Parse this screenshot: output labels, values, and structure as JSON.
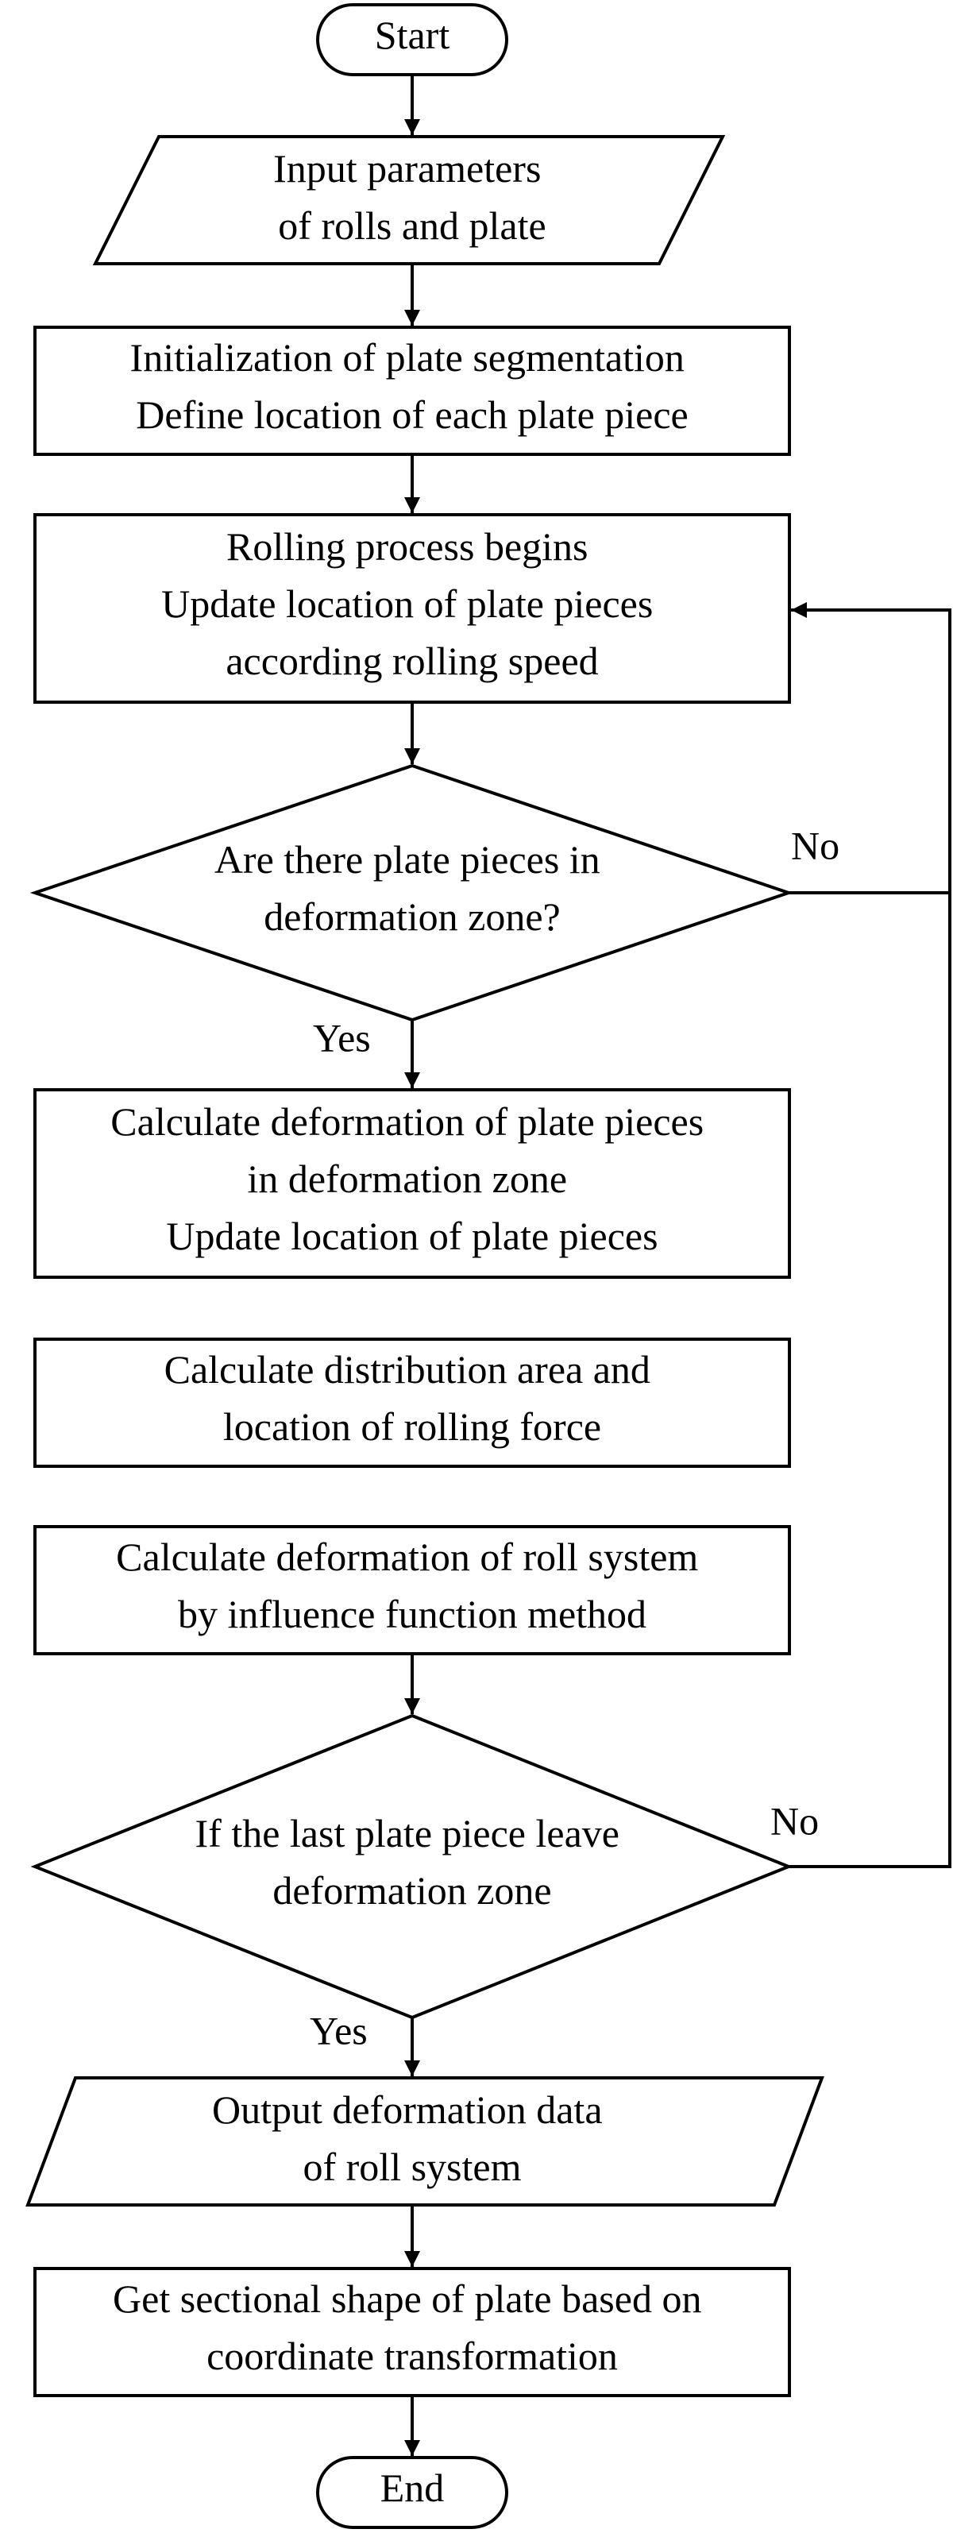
{
  "nodes": {
    "start": {
      "lines": [
        "Start"
      ]
    },
    "input": {
      "lines": [
        "Input parameters",
        "of rolls and plate"
      ]
    },
    "init": {
      "lines": [
        "Initialization of plate segmentation",
        "Define location of each plate piece"
      ]
    },
    "rolling": {
      "lines": [
        "Rolling process begins",
        "Update location of plate pieces",
        "according rolling speed"
      ]
    },
    "decision1": {
      "lines": [
        "Are there plate pieces in",
        "deformation zone?"
      ]
    },
    "calc_deform": {
      "lines": [
        "Calculate deformation of plate pieces",
        "in deformation zone",
        "Update location of plate pieces"
      ]
    },
    "calc_force": {
      "lines": [
        "Calculate distribution area and",
        "location of rolling force"
      ]
    },
    "calc_roll": {
      "lines": [
        "Calculate deformation of roll system",
        "by influence function method"
      ]
    },
    "decision2": {
      "lines": [
        "If the last plate piece leave",
        "deformation zone"
      ]
    },
    "output": {
      "lines": [
        "Output deformation data",
        "of roll system"
      ]
    },
    "shape": {
      "lines": [
        "Get sectional shape of plate based on",
        "coordinate transformation"
      ]
    },
    "end": {
      "lines": [
        "End"
      ]
    }
  },
  "branches": {
    "d1_yes": "Yes",
    "d1_no": "No",
    "d2_yes": "Yes",
    "d2_no": "No"
  }
}
